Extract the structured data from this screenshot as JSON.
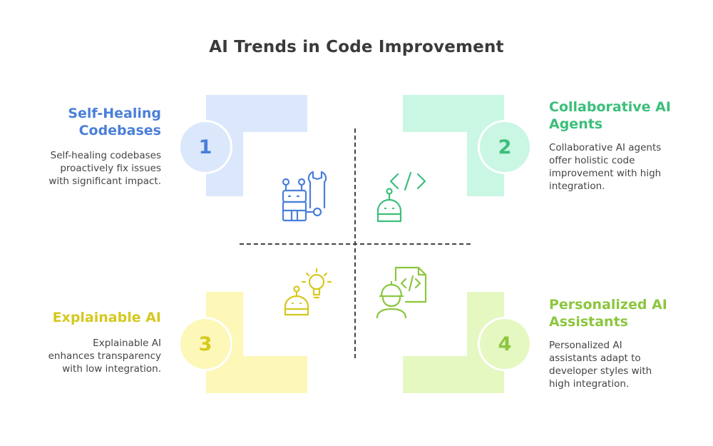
{
  "title": "AI Trends in Code Improvement",
  "colors": {
    "blue": "#4a7fd9",
    "blue_light": "#dbe7fb",
    "teal": "#3bbf7a",
    "teal_light": "#c9f7e3",
    "yellow": "#d6c81f",
    "yellow_light": "#fdf7b8",
    "green": "#8cc63f",
    "green_light": "#e6f8c2"
  },
  "quadrants": [
    {
      "number": "1",
      "heading_line1": "Self-Healing",
      "heading_line2": "Codebases",
      "desc_line1": "Self-healing codebases",
      "desc_line2": "proactively fix issues",
      "desc_line3": "with significant impact.",
      "icon": "robot-wrench-icon"
    },
    {
      "number": "2",
      "heading_line1": "Collaborative AI",
      "heading_line2": "Agents",
      "desc_line1": "Collaborative AI agents",
      "desc_line2": "offer holistic code",
      "desc_line3": "improvement with high",
      "desc_line4": "integration.",
      "icon": "robot-code-icon"
    },
    {
      "number": "3",
      "heading_line1": "Explainable AI",
      "desc_line1": "Explainable AI",
      "desc_line2": "enhances transparency",
      "desc_line3": "with low integration.",
      "icon": "robot-lightbulb-icon"
    },
    {
      "number": "4",
      "heading_line1": "Personalized AI",
      "heading_line2": "Assistants",
      "desc_line1": "Personalized AI",
      "desc_line2": "assistants adapt to",
      "desc_line3": "developer styles with",
      "desc_line4": "high integration.",
      "icon": "developer-code-icon"
    }
  ]
}
